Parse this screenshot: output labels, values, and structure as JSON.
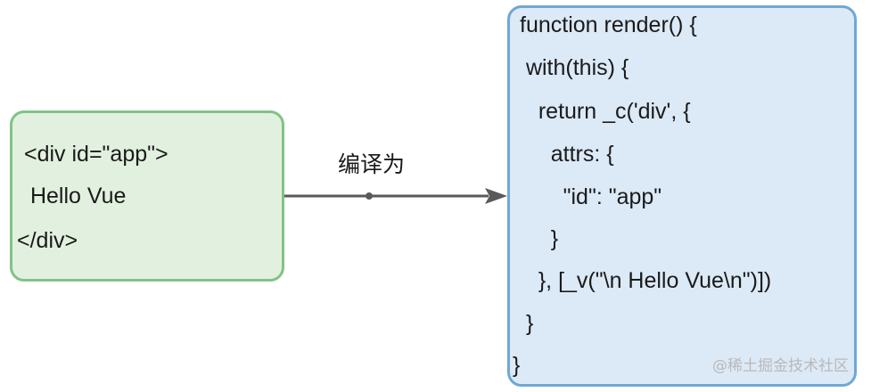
{
  "template_box": {
    "lines": [
      "<div id=\"app\">",
      " Hello Vue",
      "</div>"
    ]
  },
  "edge": {
    "label": "编译为"
  },
  "render_box": {
    "lines": [
      "function render() {",
      " with(this) {",
      "   return _c('div', {",
      "     attrs: {",
      "       \"id\": \"app\"",
      "     }",
      "   }, [_v(\"\\n Hello Vue\\n\")])",
      " }",
      "}"
    ]
  },
  "watermark": "@稀土掘金技术社区",
  "colors": {
    "template_fill": "#e2f1df",
    "template_stroke": "#82c287",
    "render_fill": "#dce9f7",
    "render_stroke": "#6fa8d4",
    "edge": "#595959"
  }
}
